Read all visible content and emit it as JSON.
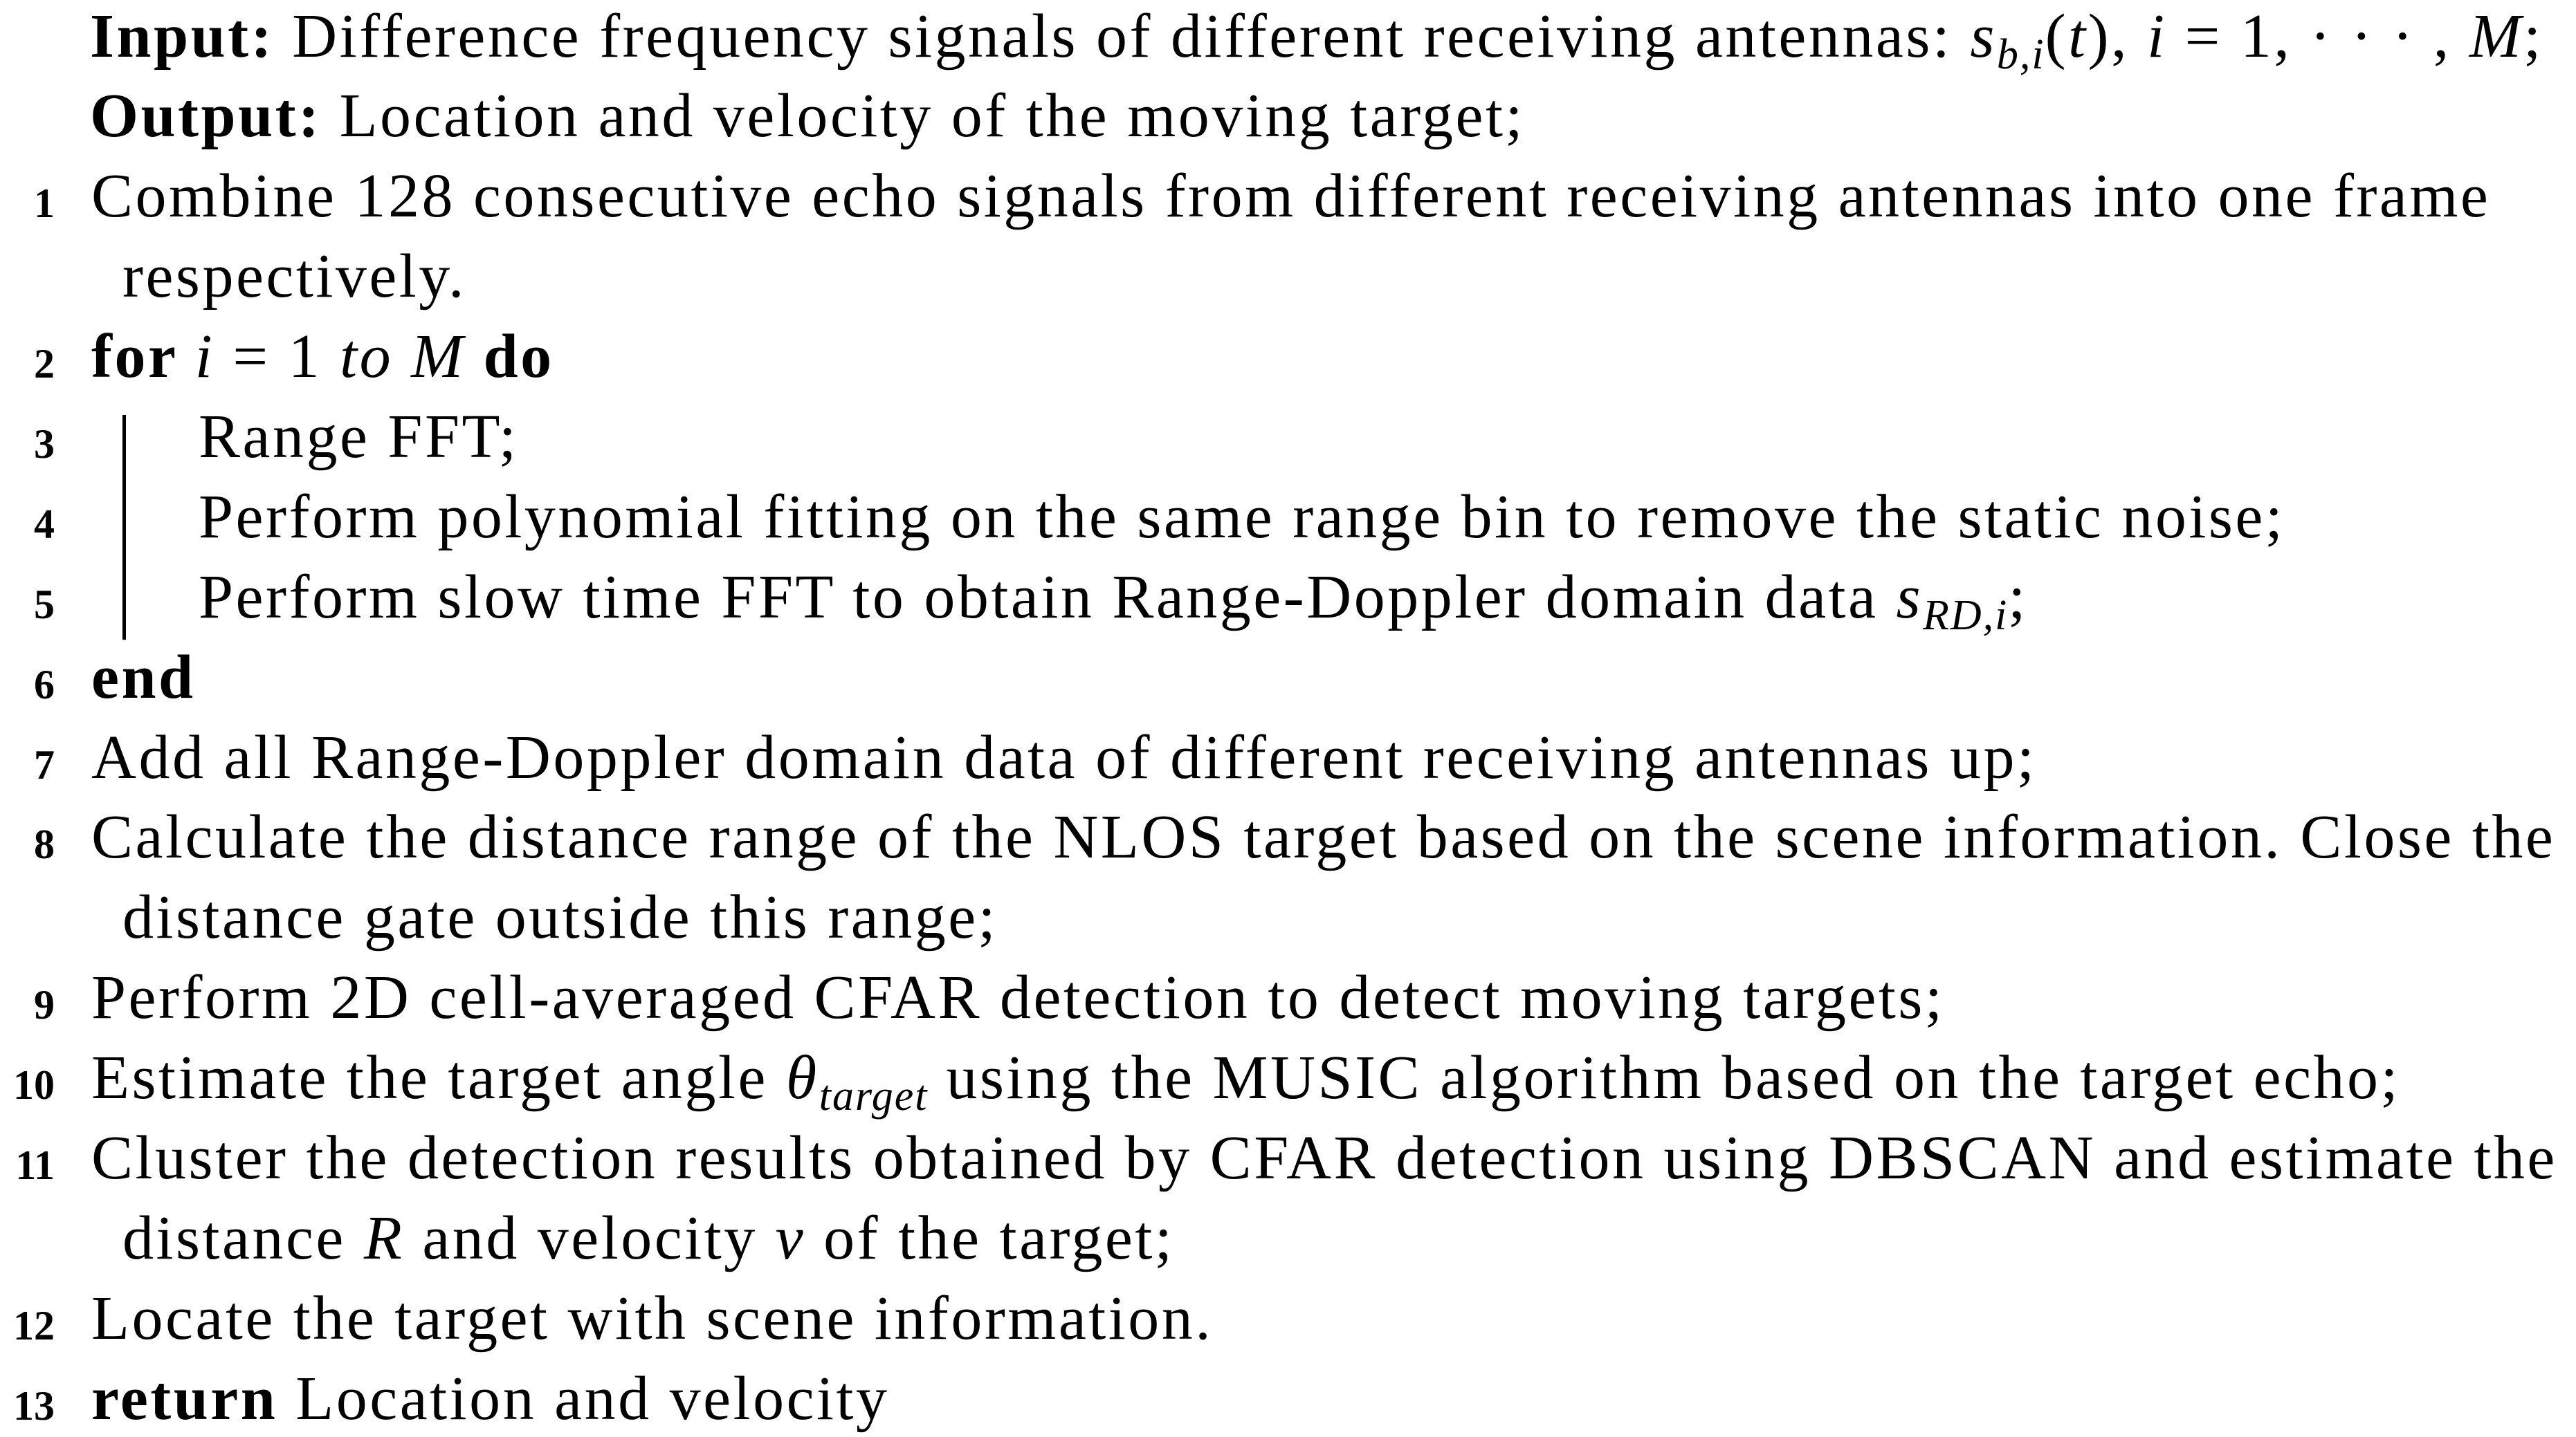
{
  "page": {
    "background_color": "#ffffff",
    "text_color": "#000000"
  },
  "algorithm": {
    "rows": [
      {
        "num": "",
        "indent": "io",
        "segments": [
          {
            "style": "b",
            "text": "Input: "
          },
          {
            "style": "r",
            "text": "Difference frequency signals of different receiving antennas: "
          },
          {
            "style": "i",
            "text": "s"
          },
          {
            "style": "sub",
            "text": "b,i"
          },
          {
            "style": "r",
            "text": "("
          },
          {
            "style": "i",
            "text": "t"
          },
          {
            "style": "r",
            "text": "), "
          },
          {
            "style": "i",
            "text": "i"
          },
          {
            "style": "r",
            "text": " = 1, · · · , "
          },
          {
            "style": "i",
            "text": "M"
          },
          {
            "style": "r",
            "text": ";"
          }
        ]
      },
      {
        "num": "",
        "indent": "io",
        "segments": [
          {
            "style": "b",
            "text": "Output: "
          },
          {
            "style": "r",
            "text": "Location and velocity of the moving target;"
          }
        ]
      },
      {
        "num": "1",
        "indent": "stmt",
        "segments": [
          {
            "style": "r",
            "text": "Combine 128 consecutive echo signals from different receiving antennas into one frame"
          }
        ]
      },
      {
        "num": "",
        "indent": "cont",
        "segments": [
          {
            "style": "r",
            "text": "respectively."
          }
        ]
      },
      {
        "num": "2",
        "indent": "stmt",
        "segments": [
          {
            "style": "b",
            "text": "for "
          },
          {
            "style": "i",
            "text": "i"
          },
          {
            "style": "r",
            "text": " = 1 "
          },
          {
            "style": "i",
            "text": "to"
          },
          {
            "style": "r",
            "text": " "
          },
          {
            "style": "i",
            "text": "M"
          },
          {
            "style": "r",
            "text": " "
          },
          {
            "style": "b",
            "text": "do"
          }
        ]
      },
      {
        "num": "3",
        "indent": "loop",
        "segments": [
          {
            "style": "r",
            "text": "Range FFT;"
          }
        ]
      },
      {
        "num": "4",
        "indent": "loop",
        "segments": [
          {
            "style": "r",
            "text": "Perform polynomial fitting on the same range bin to remove the static noise;"
          }
        ]
      },
      {
        "num": "5",
        "indent": "loop",
        "segments": [
          {
            "style": "r",
            "text": "Perform slow time FFT to obtain Range-Doppler domain data "
          },
          {
            "style": "i",
            "text": "s"
          },
          {
            "style": "sub",
            "text": "RD,i"
          },
          {
            "style": "r",
            "text": ";"
          }
        ]
      },
      {
        "num": "6",
        "indent": "stmt",
        "segments": [
          {
            "style": "b",
            "text": "end"
          }
        ]
      },
      {
        "num": "7",
        "indent": "stmt",
        "segments": [
          {
            "style": "r",
            "text": "Add all Range-Doppler domain data of different receiving antennas up;"
          }
        ]
      },
      {
        "num": "8",
        "indent": "stmt",
        "segments": [
          {
            "style": "r",
            "text": "Calculate the distance range of the NLOS target based on the scene information. Close the"
          }
        ]
      },
      {
        "num": "",
        "indent": "cont",
        "segments": [
          {
            "style": "r",
            "text": "distance gate outside this range;"
          }
        ]
      },
      {
        "num": "9",
        "indent": "stmt",
        "segments": [
          {
            "style": "r",
            "text": "Perform 2D cell-averaged CFAR detection to detect moving targets;"
          }
        ]
      },
      {
        "num": "10",
        "indent": "stmt",
        "segments": [
          {
            "style": "r",
            "text": "Estimate the target angle "
          },
          {
            "style": "i",
            "text": "θ"
          },
          {
            "style": "sub",
            "text": "target"
          },
          {
            "style": "r",
            "text": " using the MUSIC algorithm based on the target echo;"
          }
        ]
      },
      {
        "num": "11",
        "indent": "stmt",
        "segments": [
          {
            "style": "r",
            "text": "Cluster the detection results obtained by CFAR detection using DBSCAN and estimate the"
          }
        ]
      },
      {
        "num": "",
        "indent": "cont",
        "segments": [
          {
            "style": "r",
            "text": "distance "
          },
          {
            "style": "i",
            "text": "R"
          },
          {
            "style": "r",
            "text": " and velocity "
          },
          {
            "style": "i",
            "text": "v"
          },
          {
            "style": "r",
            "text": " of the target;"
          }
        ]
      },
      {
        "num": "12",
        "indent": "stmt",
        "segments": [
          {
            "style": "r",
            "text": "Locate the target with scene information."
          }
        ]
      },
      {
        "num": "13",
        "indent": "stmt",
        "segments": [
          {
            "style": "b",
            "text": "return "
          },
          {
            "style": "r",
            "text": "Location and velocity"
          }
        ]
      }
    ]
  }
}
